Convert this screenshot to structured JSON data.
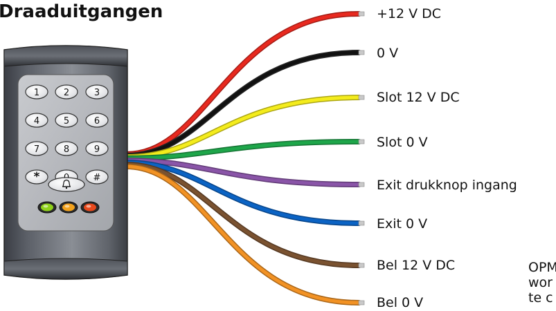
{
  "title": "Draaduitgangen",
  "keypad": {
    "keys": [
      [
        "1",
        "2",
        "3"
      ],
      [
        "4",
        "5",
        "6"
      ],
      [
        "7",
        "8",
        "9"
      ],
      [
        "*",
        "0",
        "#"
      ]
    ],
    "bell_icon": "bell-icon",
    "leds": [
      "#8fd11a",
      "#f3a21c",
      "#e8491c"
    ]
  },
  "wires": [
    {
      "label": "+12 V DC",
      "color": "#e8291f"
    },
    {
      "label": "0 V",
      "color": "#111111"
    },
    {
      "label": "Slot 12 V DC",
      "color": "#f4ec1c"
    },
    {
      "label": "Slot 0 V",
      "color": "#1ea64a"
    },
    {
      "label": "Exit drukknop ingang",
      "color": "#8a55a8"
    },
    {
      "label": "Exit 0 V",
      "color": "#0b63c4"
    },
    {
      "label": "Bel 12 V DC",
      "color": "#7a5230"
    },
    {
      "label": "Bel 0 V",
      "color": "#f29224"
    }
  ],
  "note": {
    "lines": [
      "OPM",
      "wor",
      "te c"
    ]
  }
}
